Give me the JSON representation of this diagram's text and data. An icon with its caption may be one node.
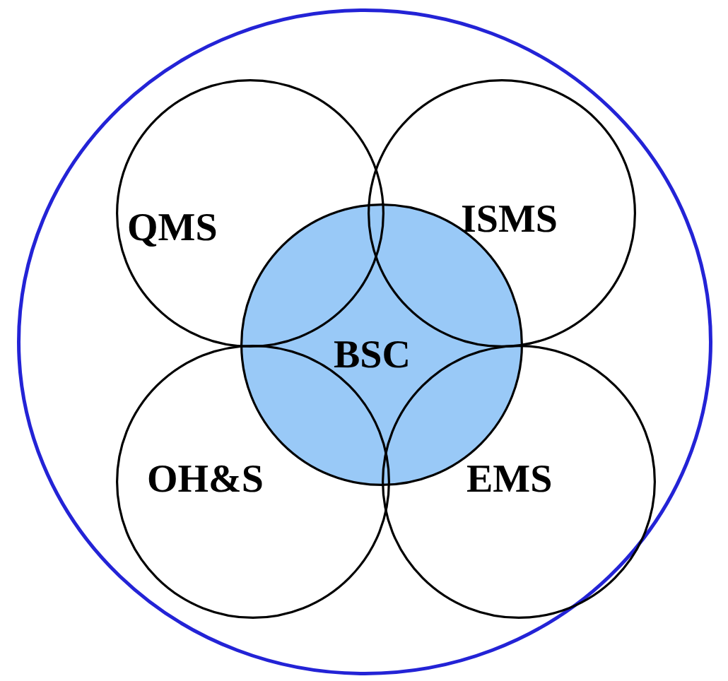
{
  "diagram": {
    "nodes": [
      {
        "text": [],
        "shape": "circle"
      },
      {
        "text": [
          "QMS"
        ],
        "in": 0
      },
      {
        "text": [
          "ISMS"
        ],
        "in": 0
      },
      {
        "text": [
          "BSC"
        ],
        "in": 0
      },
      {
        "text": [
          "OH&S"
        ],
        "in": 0
      },
      {
        "text": [
          "EMS"
        ],
        "in": 0
      }
    ]
  }
}
